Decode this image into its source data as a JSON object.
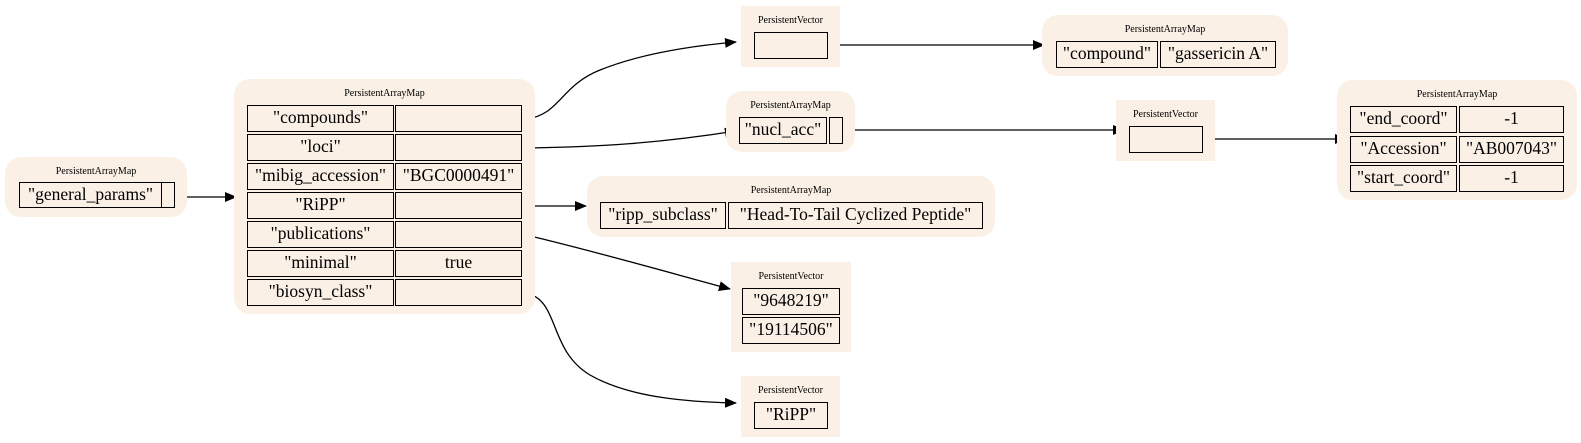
{
  "nodes": {
    "general_params_map": {
      "title": "PersistentArrayMap",
      "key": "\"general_params\""
    },
    "main_map": {
      "title": "PersistentArrayMap",
      "rows": [
        {
          "key": "\"compounds\"",
          "value": ""
        },
        {
          "key": "\"loci\"",
          "value": ""
        },
        {
          "key": "\"mibig_accession\"",
          "value": "\"BGC0000491\""
        },
        {
          "key": "\"RiPP\"",
          "value": ""
        },
        {
          "key": "\"publications\"",
          "value": ""
        },
        {
          "key": "\"minimal\"",
          "value": "true"
        },
        {
          "key": "\"biosyn_class\"",
          "value": ""
        }
      ]
    },
    "compounds_vector": {
      "title": "PersistentVector"
    },
    "compound_map": {
      "title": "PersistentArrayMap",
      "key": "\"compound\"",
      "value": "\"gassericin A\""
    },
    "loci_map": {
      "title": "PersistentArrayMap",
      "key": "\"nucl_acc\""
    },
    "nucl_acc_vector": {
      "title": "PersistentVector"
    },
    "accession_map": {
      "title": "PersistentArrayMap",
      "rows": [
        {
          "key": "\"end_coord\"",
          "value": "-1"
        },
        {
          "key": "\"Accession\"",
          "value": "\"AB007043\""
        },
        {
          "key": "\"start_coord\"",
          "value": "-1"
        }
      ]
    },
    "ripp_map": {
      "title": "PersistentArrayMap",
      "key": "\"ripp_subclass\"",
      "value": "\"Head-To-Tail Cyclized Peptide\""
    },
    "publications_vector": {
      "title": "PersistentVector",
      "items": [
        "\"9648219\"",
        "\"19114506\""
      ]
    },
    "biosyn_vector": {
      "title": "PersistentVector",
      "items": [
        "\"RiPP\""
      ]
    }
  }
}
